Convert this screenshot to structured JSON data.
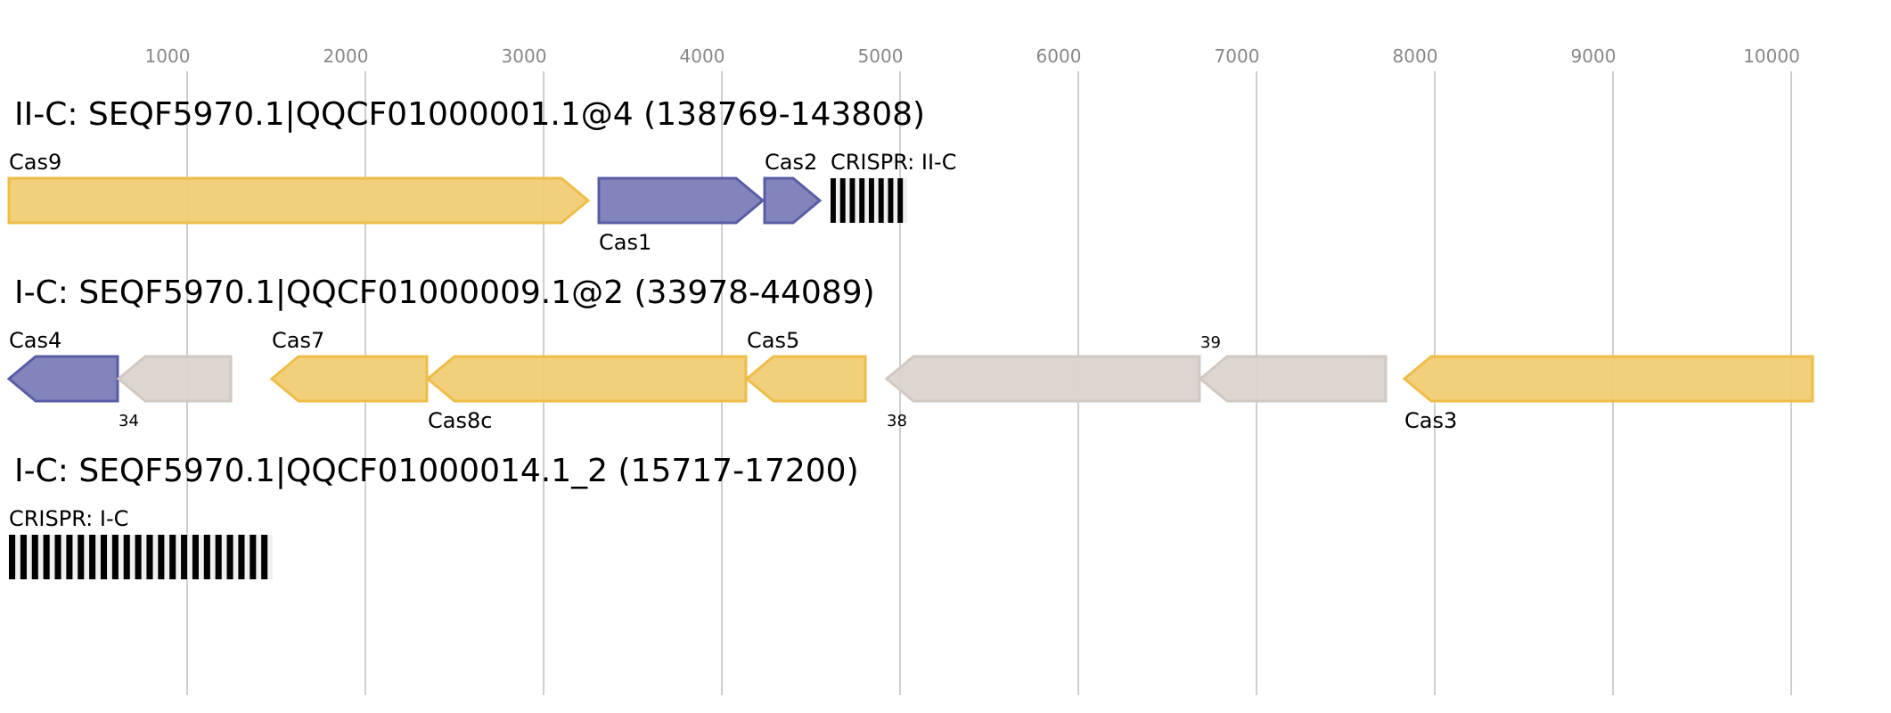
{
  "chart_data": {
    "type": "gene-map",
    "axis": {
      "unit": "bp",
      "range": [
        0,
        10300
      ],
      "ticks": [
        1000,
        2000,
        3000,
        4000,
        5000,
        6000,
        7000,
        8000,
        9000,
        10000
      ],
      "tick_labels": [
        "1000",
        "2000",
        "3000",
        "4000",
        "5000",
        "6000",
        "7000",
        "8000",
        "9000",
        "10000"
      ],
      "grid": true
    },
    "colors": {
      "yellow_fill": "#F1CC74",
      "yellow_stroke": "#EDBD48",
      "blue_fill": "#7B7EB8",
      "blue_stroke": "#5A5DA6",
      "grey_fill": "#DBD3CE",
      "grey_stroke": "#D2C8C2",
      "crispr": "#000000",
      "grid": "#BFBFBF",
      "tick_text": "#888888"
    },
    "loci": [
      {
        "title": "II-C: SEQF5970.1|QQCF01000001.1@4 (138769-143808)",
        "features": [
          {
            "kind": "gene",
            "label": "Cas9",
            "start": 0,
            "end": 3250,
            "strand": "+",
            "color": "yellow",
            "label_pos": "above"
          },
          {
            "kind": "gene",
            "label": "Cas1",
            "start": 3310,
            "end": 4230,
            "strand": "+",
            "color": "blue",
            "label_pos": "below"
          },
          {
            "kind": "gene",
            "label": "Cas2",
            "start": 4240,
            "end": 4550,
            "strand": "+",
            "color": "blue",
            "label_pos": "above"
          },
          {
            "kind": "crispr",
            "label": "CRISPR: II-C",
            "start": 4610,
            "end": 5040,
            "repeats": 8,
            "label_pos": "above"
          }
        ]
      },
      {
        "title": "I-C: SEQF5970.1|QQCF01000009.1@2 (33978-44089)",
        "features": [
          {
            "kind": "gene",
            "label": "Cas4",
            "start": 0,
            "end": 610,
            "strand": "-",
            "color": "blue",
            "label_pos": "above"
          },
          {
            "kind": "gene",
            "label": "34",
            "start": 615,
            "end": 1245,
            "strand": "-",
            "color": "grey",
            "label_pos": "below",
            "small": true
          },
          {
            "kind": "gene",
            "label": "Cas7",
            "start": 1475,
            "end": 2345,
            "strand": "-",
            "color": "yellow",
            "label_pos": "above"
          },
          {
            "kind": "gene",
            "label": "Cas8c",
            "start": 2350,
            "end": 4135,
            "strand": "-",
            "color": "yellow",
            "label_pos": "below"
          },
          {
            "kind": "gene",
            "label": "Cas5",
            "start": 4140,
            "end": 4805,
            "strand": "-",
            "color": "yellow",
            "label_pos": "above"
          },
          {
            "kind": "gene",
            "label": "38",
            "start": 4925,
            "end": 6680,
            "strand": "-",
            "color": "grey",
            "label_pos": "below",
            "small": true
          },
          {
            "kind": "gene",
            "label": "39",
            "start": 6685,
            "end": 7725,
            "strand": "-",
            "color": "grey",
            "label_pos": "above",
            "small": true
          },
          {
            "kind": "gene",
            "label": "Cas3",
            "start": 7830,
            "end": 10120,
            "strand": "-",
            "color": "yellow",
            "label_pos": "below"
          }
        ]
      },
      {
        "title": "I-C: SEQF5970.1|QQCF01000014.1_2 (15717-17200)",
        "features": [
          {
            "kind": "crispr",
            "label": "CRISPR: I-C",
            "start": 0,
            "end": 1480,
            "repeats": 23,
            "label_pos": "above"
          }
        ]
      }
    ]
  }
}
